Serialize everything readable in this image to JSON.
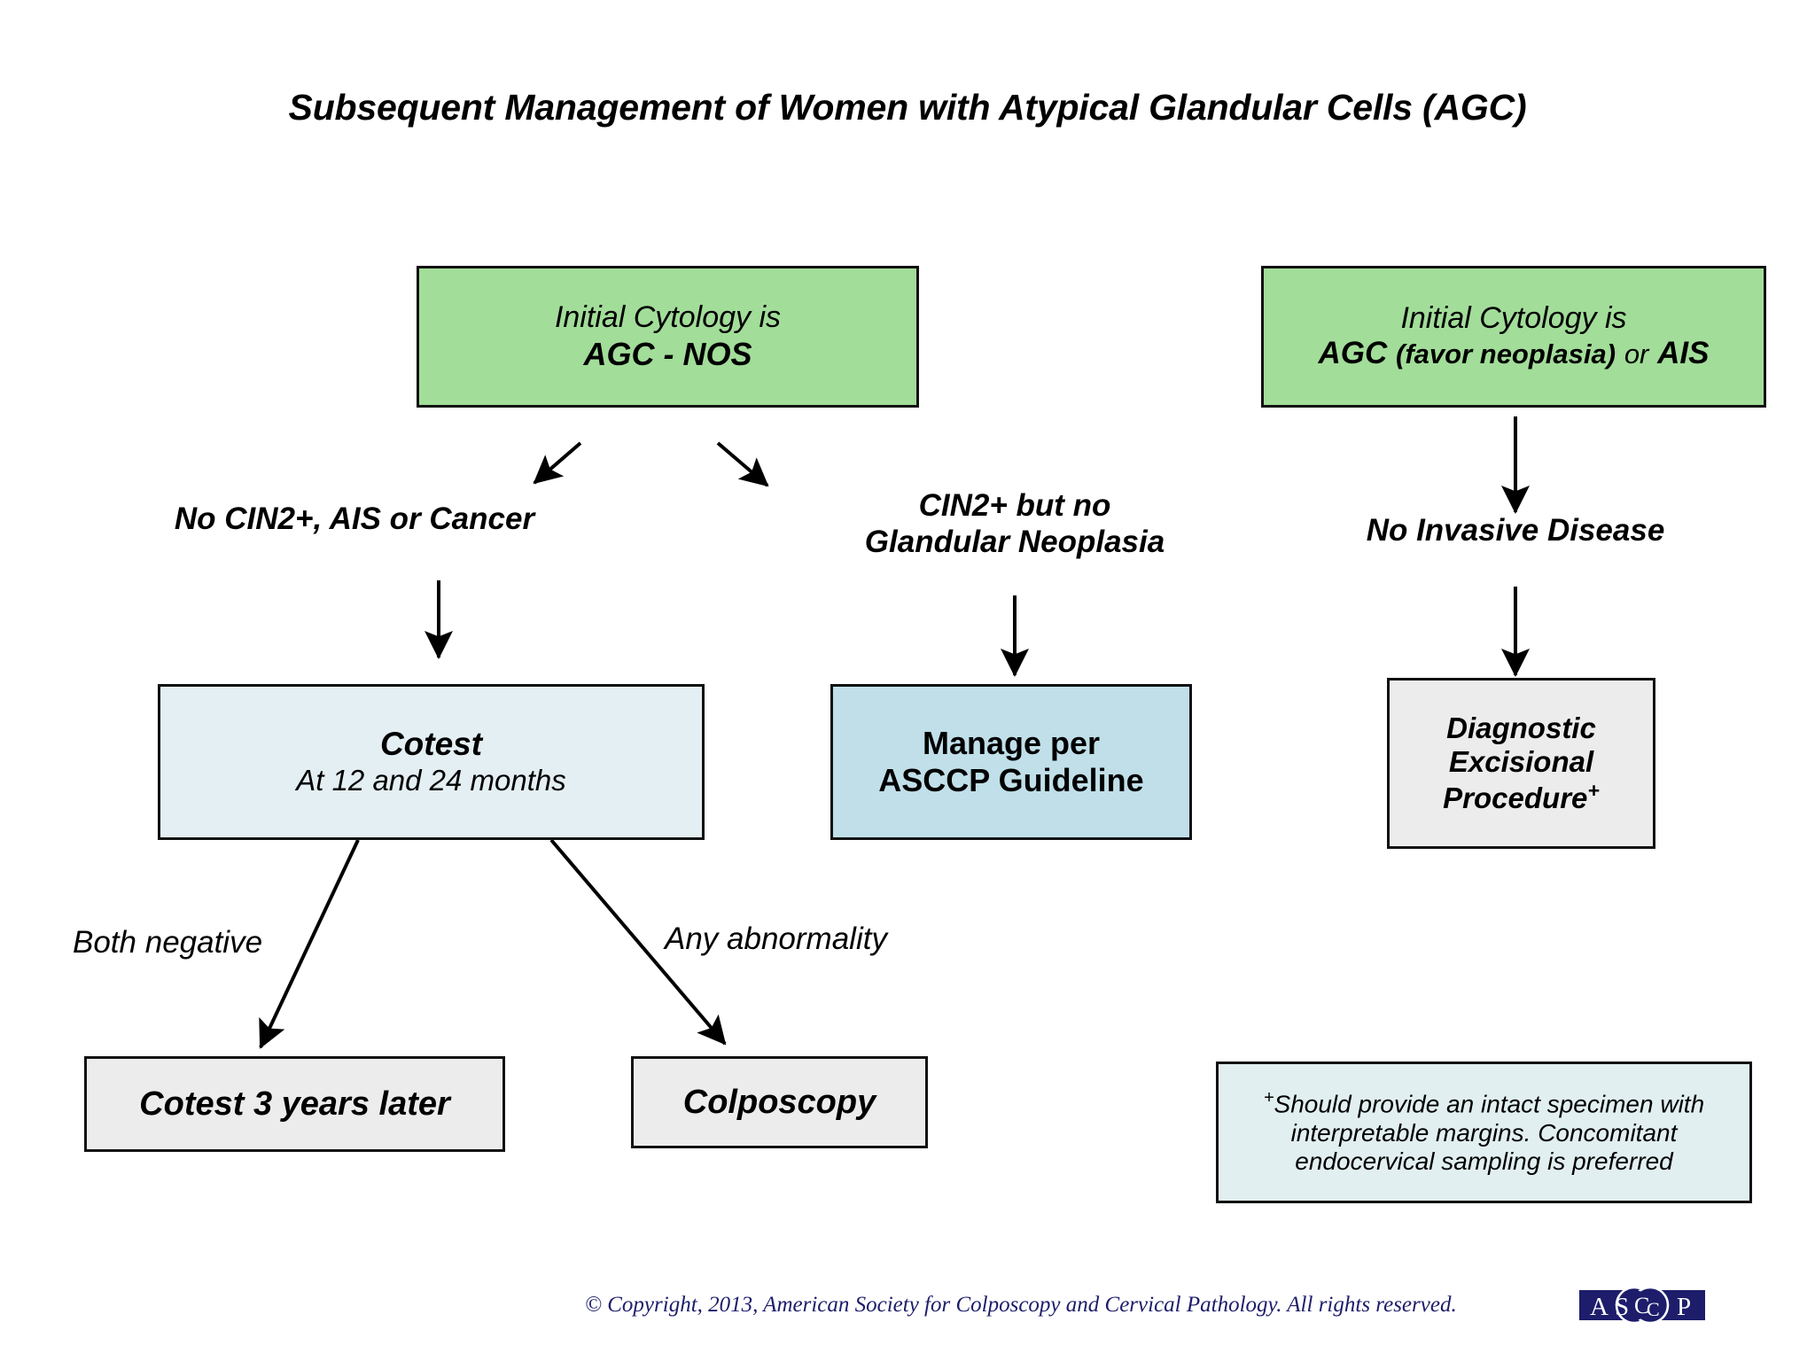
{
  "title": "Subsequent Management of Women with Atypical Glandular Cells (AGC)",
  "nodes": {
    "agc_nos": {
      "line1": "Initial Cytology is",
      "line2": "AGC - NOS"
    },
    "agc_favor": {
      "line1": "Initial Cytology is",
      "line2_a": "AGC",
      "line2_b": "(favor neoplasia)",
      "line2_c": "or",
      "line2_d": "AIS"
    },
    "cotest": {
      "line1": "Cotest",
      "line2": "At 12 and 24 months"
    },
    "manage_asccp": {
      "line1": "Manage per",
      "line2": "ASCCP Guideline"
    },
    "excisional": {
      "line1": "Diagnostic",
      "line2": "Excisional",
      "line3": "Procedure",
      "marker": "+"
    },
    "cotest_3yr": {
      "line1": "Cotest 3 years later"
    },
    "colposcopy": {
      "line1": "Colposcopy"
    },
    "footnote": {
      "marker": "+",
      "line1": "Should provide an intact specimen with",
      "line2": "interpretable margins.  Concomitant",
      "line3": "endocervical sampling is preferred"
    }
  },
  "edge_labels": {
    "no_cin2": "No CIN2+, AIS or Cancer",
    "cin2_no_glandular_1": "CIN2+ but no",
    "cin2_no_glandular_2": "Glandular Neoplasia",
    "no_invasive": "No Invasive Disease",
    "both_negative": "Both negative",
    "any_abnormality": "Any abnormality"
  },
  "footer": {
    "copyright": "© Copyright, 2013, American Society for Colposcopy and Cervical Pathology.  All rights reserved.",
    "logo_letters": "ASCCP",
    "logo_a": "A",
    "logo_s": "S",
    "logo_c1": "C",
    "logo_c2": "C",
    "logo_p": "P"
  },
  "colors": {
    "green_box": "#a2dd99",
    "pale_blue_box": "#e4eff3",
    "mid_blue_box": "#c0dfe9",
    "gray_box": "#ececec",
    "mint_box": "#e2eff0",
    "border": "#111111",
    "logo_navy": "#1d1d6b",
    "text": "#000000"
  }
}
